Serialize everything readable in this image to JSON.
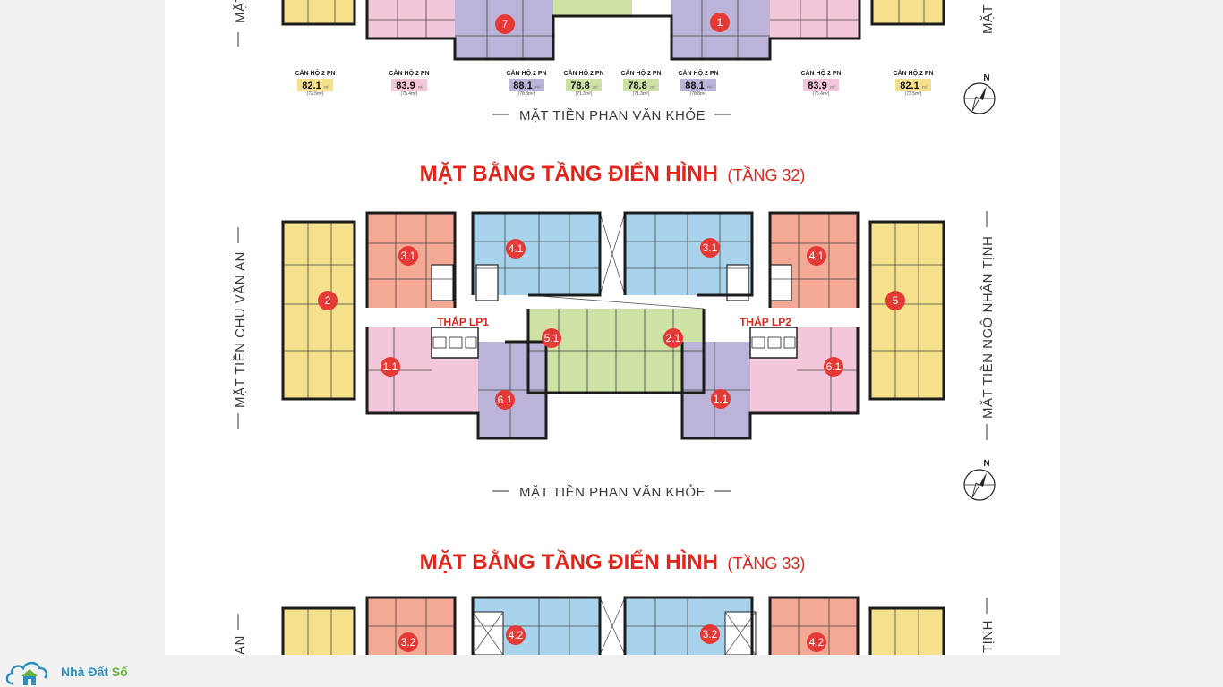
{
  "colors": {
    "title_red": "#e1251b",
    "yellow": "#f5e08c",
    "pink": "#f3c6da",
    "salmon": "#f4a995",
    "blue": "#a9d3ec",
    "purple": "#bcb4d8",
    "green": "#cfe2a5",
    "badge": "#e53935"
  },
  "top_section": {
    "unit_numbers": [
      "7",
      "1"
    ],
    "side_label_left": "MẶT",
    "side_label_right": "MẶT",
    "captions": [
      {
        "type": "CĂN HỘ 2 PN",
        "value": "82.1",
        "unit": "m²",
        "net": "(73.5m²)"
      },
      {
        "type": "CĂN HỘ 2 PN",
        "value": "83.9",
        "unit": "m²",
        "net": "(75.4m²)"
      },
      {
        "type": "CĂN HỘ 2 PN",
        "value": "88.1",
        "unit": "m²",
        "net": "(78.8m²)"
      },
      {
        "type": "CĂN HỘ 2 PN",
        "value": "78.8",
        "unit": "m²",
        "net": "(71.3m²)"
      },
      {
        "type": "CĂN HỘ 2 PN",
        "value": "78.8",
        "unit": "m²",
        "net": "(71.3m²)"
      },
      {
        "type": "CĂN HỘ 2 PN",
        "value": "88.1",
        "unit": "m²",
        "net": "(78.8m²)"
      },
      {
        "type": "CĂN HỘ 2 PN",
        "value": "83.9",
        "unit": "m²",
        "net": "(75.4m²)"
      },
      {
        "type": "CĂN HỘ 2 PN",
        "value": "82.1",
        "unit": "m²",
        "net": "(73.5m²)"
      }
    ],
    "frontage_bottom": "MẶT TIỀN PHAN VĂN KHỎE",
    "compass": "N"
  },
  "section_32": {
    "title": "MẶT BẰNG TẦNG ĐIỂN HÌNH",
    "subtitle": "(TẦNG 32)",
    "frontage_left": "MẶT TIỀN CHU VĂN AN",
    "frontage_right": "MẶT TIỀN NGÔ NHÂN TỊNH",
    "frontage_bottom": "MẶT TIỀN PHAN VĂN KHỎE",
    "tower_left": "THÁP LP1",
    "tower_right": "THÁP LP2",
    "compass": "N",
    "units": [
      "3.1",
      "4.1",
      "3.1",
      "4.1",
      "2",
      "5",
      "5.1",
      "2.1",
      "1.1",
      "6.1",
      "1.1",
      "6.1"
    ]
  },
  "section_33": {
    "title": "MẶT BẰNG TẦNG ĐIỂN HÌNH",
    "subtitle": "(TẦNG 33)",
    "side_label_left": "AN",
    "side_label_right": "TỊNH",
    "units": [
      "3.2",
      "4.2",
      "3.2",
      "4.2"
    ]
  },
  "logo": {
    "name_primary": "Nhà Đất",
    "name_secondary": "Số"
  }
}
